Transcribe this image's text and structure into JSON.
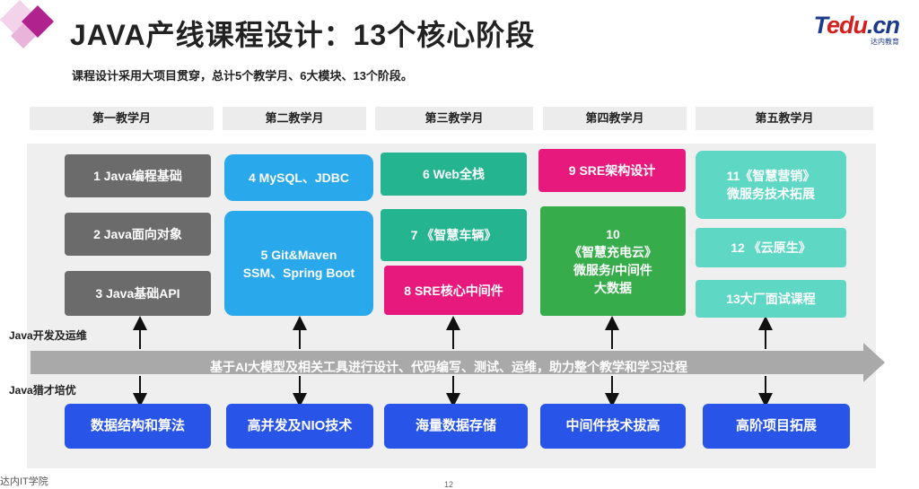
{
  "header": {
    "title": "JAVA产线课程设计：13个核心阶段",
    "subtitle": "课程设计采用大项目贯穿，总计5个教学月、6大模块、13个阶段。",
    "logo": {
      "brand_a": "T",
      "brand_b": "edu",
      "brand_c": ".cn",
      "tagline": "达内教育"
    }
  },
  "months": [
    "第一教学月",
    "第二教学月",
    "第三教学月",
    "第四教学月",
    "第五教学月"
  ],
  "stages": {
    "s1": "1 Java编程基础",
    "s2": "2 Java面向对象",
    "s3": "3 Java基础API",
    "s4": "4 MySQL、JDBC",
    "s5a": "5 Git&Maven",
    "s5b": "SSM、Spring Boot",
    "s6": "6 Web全栈",
    "s7": "7 《智慧车辆》",
    "s8": "8 SRE核心中间件",
    "s9": "9 SRE架构设计",
    "s10a": "10",
    "s10b": "《智慧充电云》",
    "s10c": "微服务/中间件",
    "s10d": "大数据",
    "s11a": "11《智慧营销》",
    "s11b": "微服务技术拓展",
    "s12": "12 《云原生》",
    "s13": "13大厂面试课程"
  },
  "tracks": {
    "upper": "Java开发及运维",
    "lower": "Java猎才培优",
    "band": "基于AI大模型及相关工具进行设计、代码编写、测试、运维，助力整个教学和学习过程"
  },
  "bottom": [
    "数据结构和算法",
    "高并发及NIO技术",
    "海量数据存储",
    "中间件技术拔高",
    "高阶项目拓展"
  ],
  "footer": {
    "left": "达内IT学院",
    "page": "12"
  },
  "colors": {
    "gray": "#6b6b6b",
    "blue": "#2aa8ec",
    "teal": "#24b48f",
    "pink": "#e8197c",
    "green": "#36ad4a",
    "mint": "#5ed8c4",
    "navy": "#2954e8",
    "band": "#a9a9a9"
  }
}
